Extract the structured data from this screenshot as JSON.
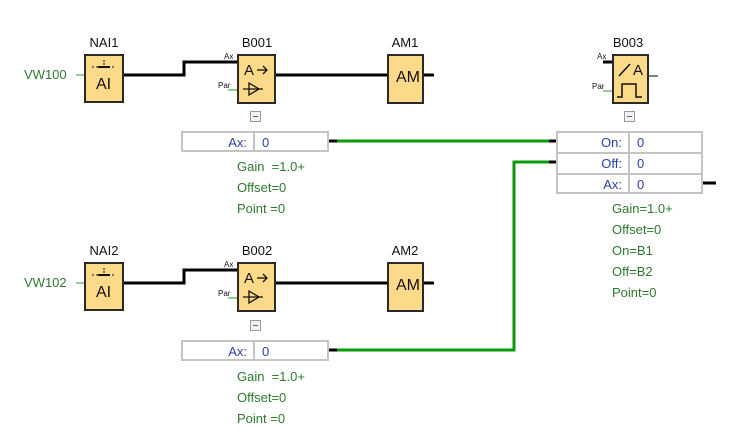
{
  "colors": {
    "block_fill": "#fdd98a",
    "connection_wire": "#000000",
    "parameter_link": "#0a9a0a",
    "io_label": "#2d7a2d",
    "param_value": "#2a3fb0"
  },
  "blocks": {
    "nai1": {
      "title": "NAI1",
      "symbol": "AI",
      "input_label": "VW100",
      "icon": "analog-input-icon"
    },
    "nai2": {
      "title": "NAI2",
      "symbol": "AI",
      "input_label": "VW102",
      "icon": "analog-input-icon"
    },
    "b001": {
      "title": "B001",
      "symbol_top": "A→",
      "icon": "analog-amplifier-icon",
      "pin_ax": "Ax",
      "pin_par": "Par",
      "table": [
        {
          "key": "Ax:",
          "value": "0"
        }
      ],
      "params": [
        "Gain  =1.0+",
        "Offset=0",
        "Point =0"
      ]
    },
    "b002": {
      "title": "B002",
      "symbol_top": "A→",
      "icon": "analog-amplifier-icon",
      "pin_ax": "Ax",
      "pin_par": "Par",
      "table": [
        {
          "key": "Ax:",
          "value": "0"
        }
      ],
      "params": [
        "Gain  =1.0+",
        "Offset=0",
        "Point =0"
      ]
    },
    "am1": {
      "title": "AM1",
      "symbol": "AM"
    },
    "am2": {
      "title": "AM2",
      "symbol": "AM"
    },
    "b003": {
      "title": "B003",
      "symbol_top": "A",
      "icon": "analog-threshold-trigger-icon",
      "pin_ax": "Ax",
      "pin_par": "Par",
      "table": [
        {
          "key": "On:",
          "value": "0"
        },
        {
          "key": "Off:",
          "value": "0"
        },
        {
          "key": "Ax:",
          "value": "0"
        }
      ],
      "params": [
        "Gain=1.0+",
        "Offset=0",
        "On=B1",
        "Off=B2",
        "Point=0"
      ]
    }
  }
}
